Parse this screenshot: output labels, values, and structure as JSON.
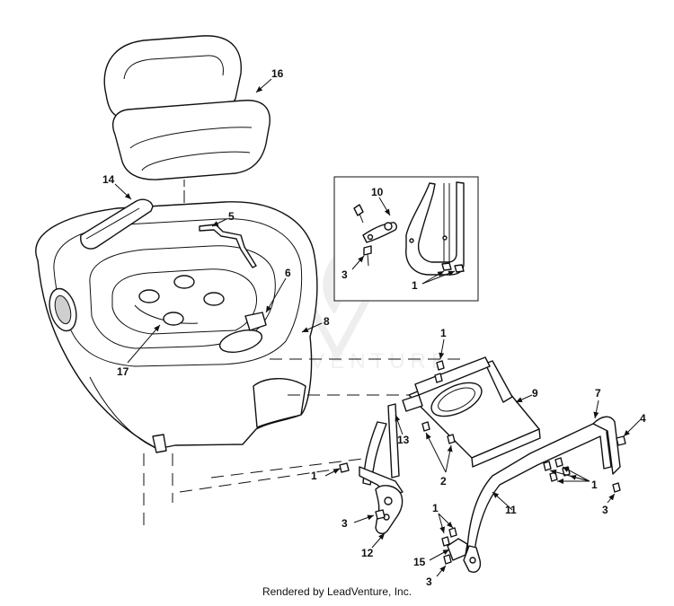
{
  "watermark": "ADVENTURE",
  "footer": "Rendered by LeadVenture, Inc.",
  "callouts": {
    "c16": "16",
    "c14": "14",
    "c5": "5",
    "c6": "6",
    "c8": "8",
    "c17": "17",
    "c10": "10",
    "c3_inset": "3",
    "c1_inset": "1",
    "c1_top": "1",
    "c9": "9",
    "c7": "7",
    "c4": "4",
    "c13": "13",
    "c2": "2",
    "c1_right": "1",
    "c1_left": "1",
    "c3_right": "3",
    "c11": "11",
    "c3_left": "3",
    "c12": "12",
    "c1_bottom": "1",
    "c15": "15",
    "c3_bottom": "3"
  }
}
